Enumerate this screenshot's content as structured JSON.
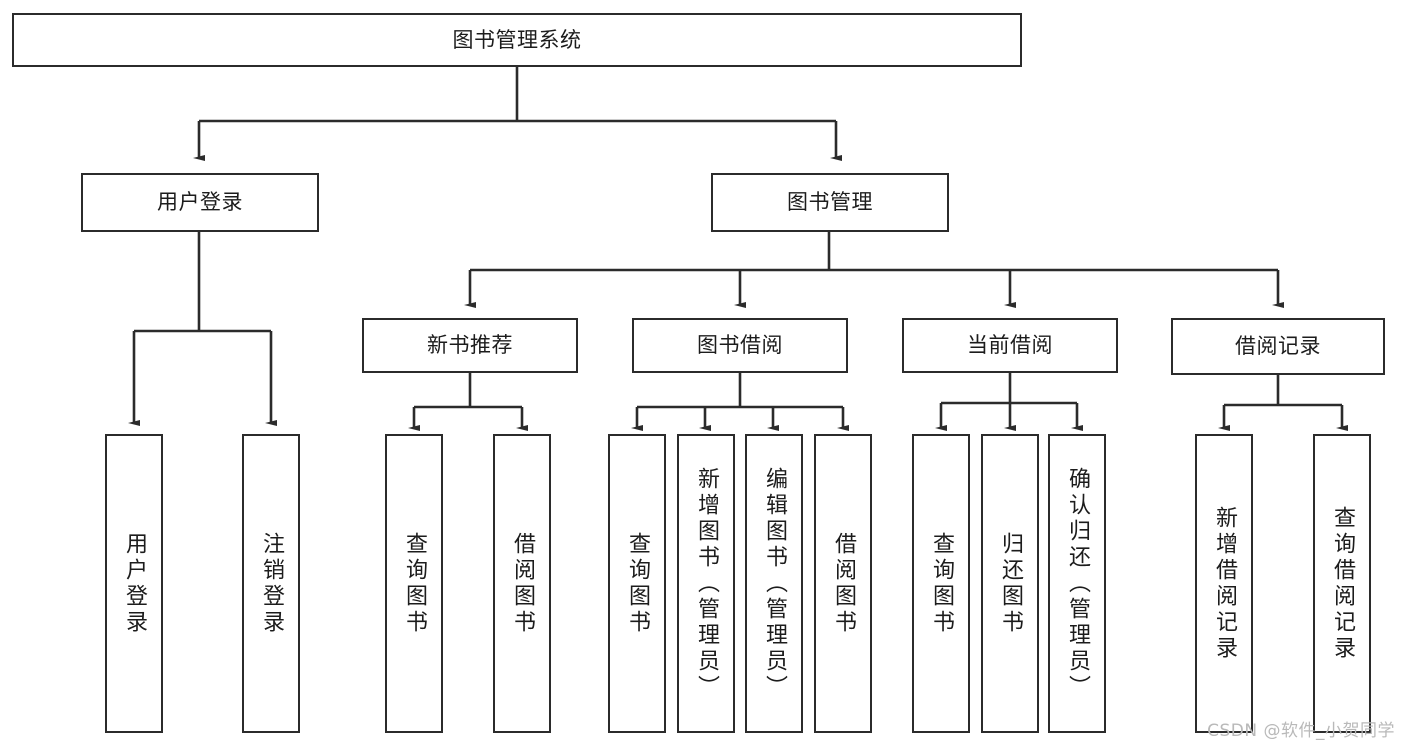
{
  "diagram": {
    "title_node": {
      "label": "图书管理系统"
    },
    "level2": [
      {
        "id": "user-login",
        "label": "用户登录"
      },
      {
        "id": "book-manage",
        "label": "图书管理"
      }
    ],
    "level3": [
      {
        "id": "new-book-rec",
        "label": "新书推荐"
      },
      {
        "id": "book-borrow",
        "label": "图书借阅"
      },
      {
        "id": "current-borrow",
        "label": "当前借阅"
      },
      {
        "id": "borrow-record",
        "label": "借阅记录"
      }
    ],
    "leaves": {
      "user_login": [
        {
          "id": "leaf-user-login",
          "label": "用户登录"
        },
        {
          "id": "leaf-logout",
          "label": "注销登录"
        }
      ],
      "new_book_rec": [
        {
          "id": "leaf-query-book-1",
          "label": "查询图书"
        },
        {
          "id": "leaf-borrow-book-1",
          "label": "借阅图书"
        }
      ],
      "book_borrow": [
        {
          "id": "leaf-query-book-2",
          "label": "查询图书"
        },
        {
          "id": "leaf-add-book",
          "label": "新增图书（管理员）"
        },
        {
          "id": "leaf-edit-book",
          "label": "编辑图书（管理员）"
        },
        {
          "id": "leaf-borrow-book-2",
          "label": "借阅图书"
        }
      ],
      "current_borrow": [
        {
          "id": "leaf-query-book-3",
          "label": "查询图书"
        },
        {
          "id": "leaf-return-book",
          "label": "归还图书"
        },
        {
          "id": "leaf-confirm-return",
          "label": "确认归还（管理员）"
        }
      ],
      "borrow_record": [
        {
          "id": "leaf-add-record",
          "label": "新增借阅记录"
        },
        {
          "id": "leaf-query-record",
          "label": "查询借阅记录"
        }
      ]
    }
  },
  "watermark": {
    "text": "CSDN @软件_小贺同学"
  },
  "colors": {
    "border": "#2b2b2b",
    "background": "#ffffff",
    "text": "#1c1c1c",
    "watermark": "#b9b9b9"
  }
}
